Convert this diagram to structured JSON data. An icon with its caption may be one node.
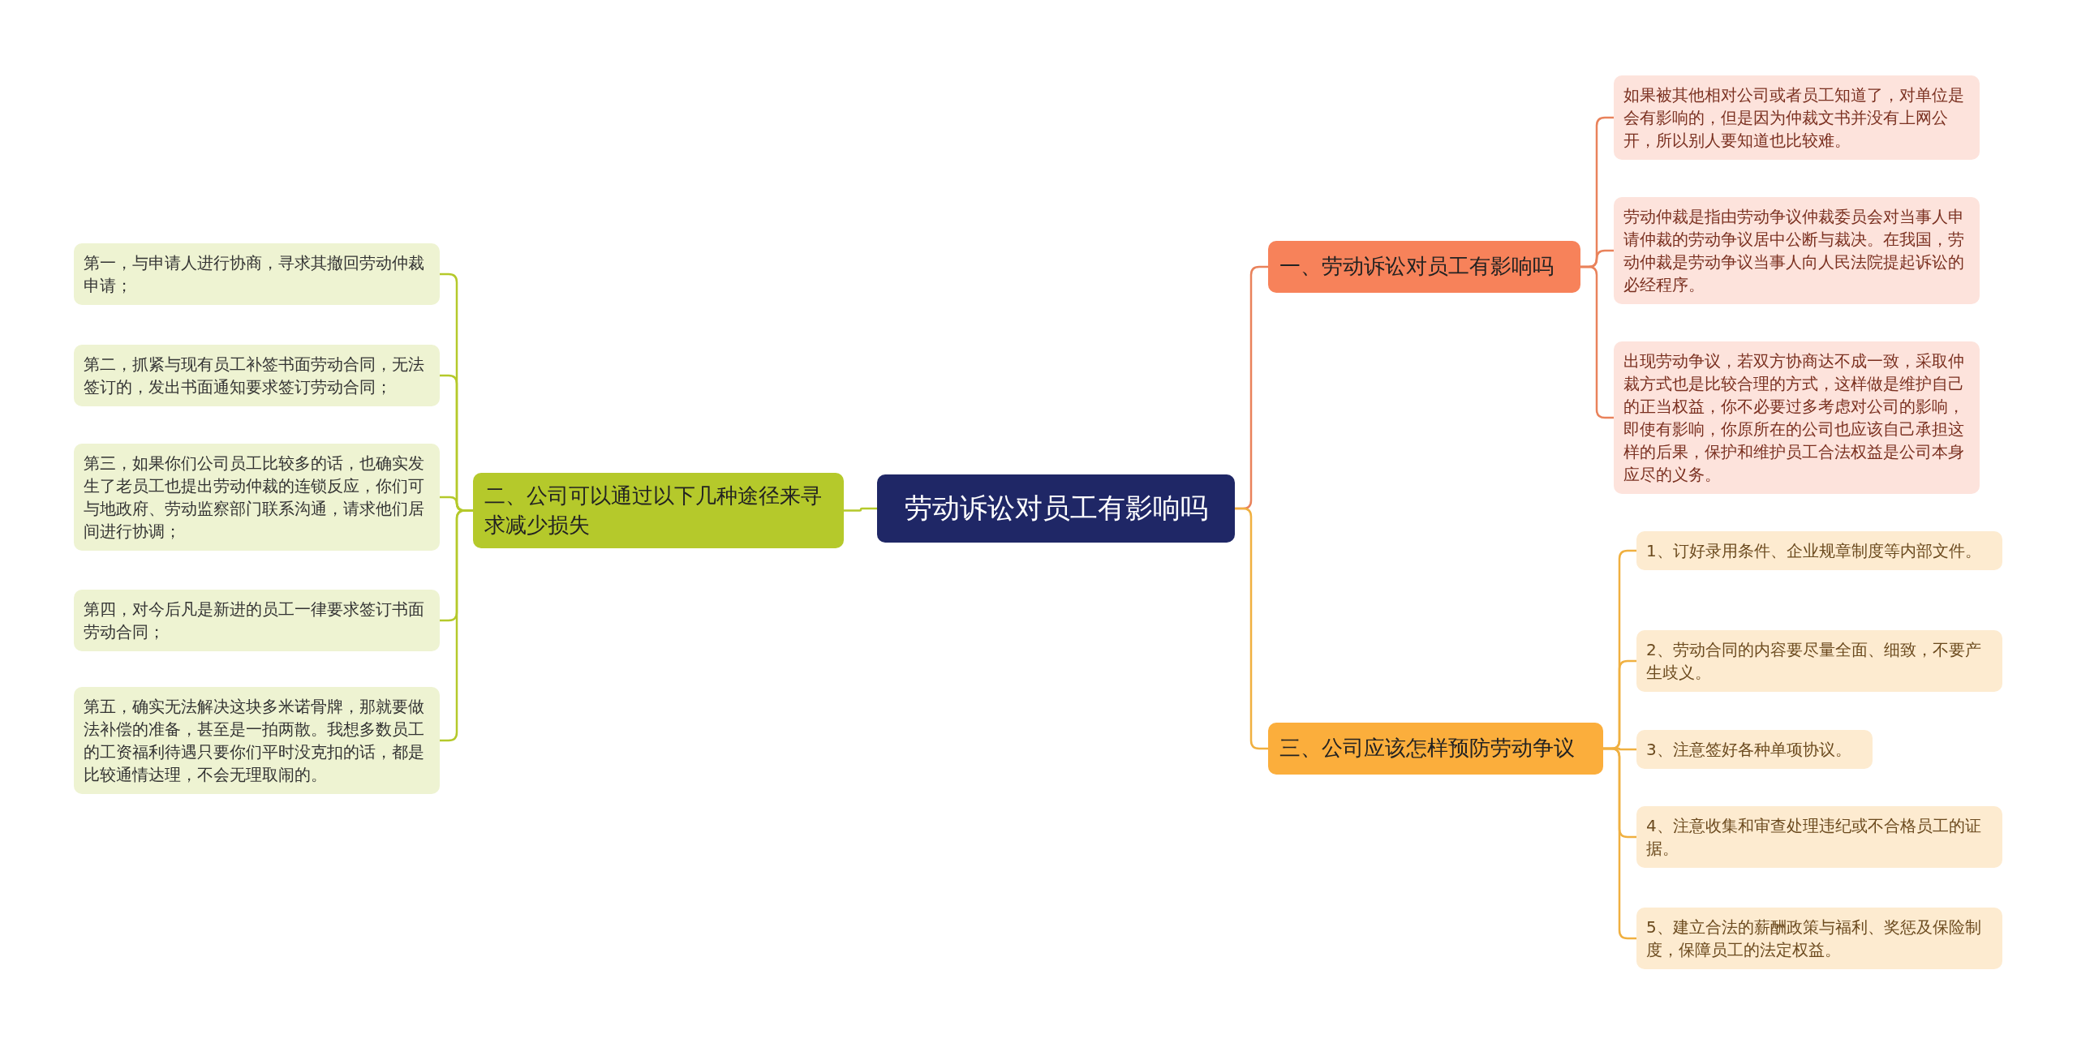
{
  "diagram": {
    "nodes": [
      {
        "text": [
          "劳动诉讼对员工有影响吗"
        ]
      },
      {
        "text": [
          "一、劳动诉讼对员工有影响吗"
        ]
      },
      {
        "text": [
          "如果被其他相对公司或者员工知道了，对单位是会有影响的，但是因为仲裁文书并没有上网公开，所以别人要知道也比较难。"
        ]
      },
      {
        "text": [
          "劳动仲裁是指由劳动争议仲裁委员会对当事人申请仲裁的劳动争议居中公断与裁决。在我国，劳动仲裁是劳动争议当事人向人民法院提起诉讼的必经程序。"
        ]
      },
      {
        "text": [
          "出现劳动争议，若双方协商达不成一致，采取仲裁方式也是比较合理的方式，这样做是维护自己的正当权益，你不必要过多考虑对公司的影响，即使有影响，你原所在的公司也应该自己承担这样的后果，保护和维护员工合法权益是公司本身应尽的义务。"
        ]
      },
      {
        "text": [
          "二、公司可以通过以下几种途径来寻求减少损失"
        ]
      },
      {
        "text": [
          "第一，与申请人进行协商，寻求其撤回劳动仲裁申请；"
        ]
      },
      {
        "text": [
          "第二，抓紧与现有员工补签书面劳动合同，无法签订的，发出书面通知要求签订劳动合同；"
        ]
      },
      {
        "text": [
          "第三，如果你们公司员工比较多的话，也确实发生了老员工也提出劳动仲裁的连锁反应，你们可与地政府、劳动监察部门联系沟通，请求他们居间进行协调；"
        ]
      },
      {
        "text": [
          "第四，对今后凡是新进的员工一律要求签订书面劳动合同；"
        ]
      },
      {
        "text": [
          "第五，确实无法解决这块多米诺骨牌，那就要做法补偿的准备，甚至是一拍两散。我想多数员工的工资福利待遇只要你们平时没克扣的话，都是比较通情达理，不会无理取闹的。"
        ]
      },
      {
        "text": [
          "三、公司应该怎样预防劳动争议"
        ]
      },
      {
        "text": [
          "1、订好录用条件、企业规章制度等内部文件。"
        ]
      },
      {
        "text": [
          "2、劳动合同的内容要尽量全面、细致，不要产生歧义。"
        ]
      },
      {
        "text": [
          "3、注意签好各种单项协议。"
        ]
      },
      {
        "text": [
          "4、注意收集和审查处理违纪或不合格员工的证据。"
        ]
      },
      {
        "text": [
          "5、建立合法的薪酬政策与福利、奖惩及保险制度，保障员工的法定权益。"
        ]
      }
    ],
    "edges": [
      {
        "from": 0,
        "to": 1,
        "arrow": "none",
        "color": "#e9825b"
      },
      {
        "from": 1,
        "to": 2,
        "arrow": "none",
        "color": "#e9825b"
      },
      {
        "from": 1,
        "to": 3,
        "arrow": "none",
        "color": "#e9825b"
      },
      {
        "from": 1,
        "to": 4,
        "arrow": "none",
        "color": "#e9825b"
      },
      {
        "from": 0,
        "to": 5,
        "arrow": "none",
        "color": "#b5c92b"
      },
      {
        "from": 5,
        "to": 6,
        "arrow": "none",
        "color": "#b5c92b"
      },
      {
        "from": 5,
        "to": 7,
        "arrow": "none",
        "color": "#b5c92b"
      },
      {
        "from": 5,
        "to": 8,
        "arrow": "none",
        "color": "#b5c92b"
      },
      {
        "from": 5,
        "to": 9,
        "arrow": "none",
        "color": "#b5c92b"
      },
      {
        "from": 5,
        "to": 10,
        "arrow": "none",
        "color": "#b5c92b"
      },
      {
        "from": 0,
        "to": 11,
        "arrow": "none",
        "color": "#f0b040"
      },
      {
        "from": 11,
        "to": 12,
        "arrow": "none",
        "color": "#f0b040"
      },
      {
        "from": 11,
        "to": 13,
        "arrow": "none",
        "color": "#f0b040"
      },
      {
        "from": 11,
        "to": 14,
        "arrow": "none",
        "color": "#f0b040"
      },
      {
        "from": 11,
        "to": 15,
        "arrow": "none",
        "color": "#f0b040"
      },
      {
        "from": 11,
        "to": 16,
        "arrow": "none",
        "color": "#f0b040"
      }
    ]
  }
}
